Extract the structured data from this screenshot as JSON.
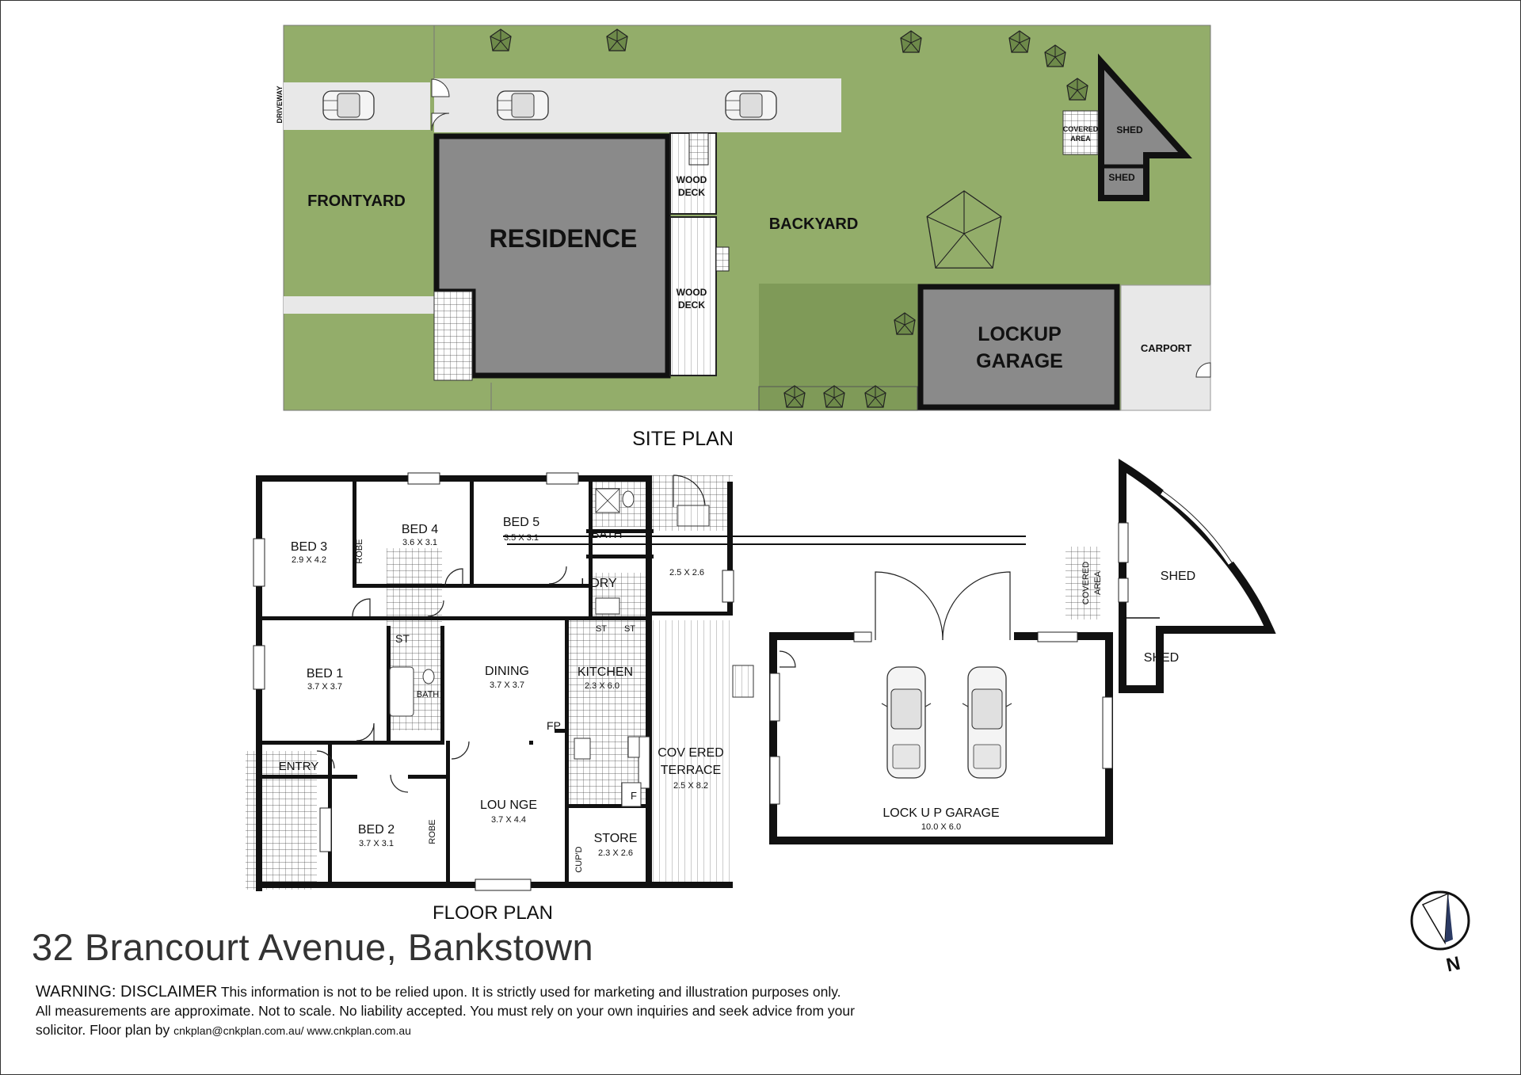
{
  "site_plan": {
    "title": "SITE PLAN",
    "labels": {
      "driveway": "DRIVEWAY",
      "frontyard": "FRONTYARD",
      "residence": "RESIDENCE",
      "wood_deck_1": "WOOD",
      "wood_deck_1b": "DECK",
      "wood_deck_2": "WOOD",
      "wood_deck_2b": "DECK",
      "backyard": "BACKYARD",
      "covered_area_1": "COVERED",
      "covered_area_2": "AREA",
      "shed_1": "SHED",
      "shed_2": "SHED",
      "lockup_1": "LOCKUP",
      "lockup_2": "GARAGE",
      "carport": "CARPORT"
    }
  },
  "floor_plan": {
    "title": "FLOOR PLAN",
    "rooms": {
      "bed3": {
        "name": "BED 3",
        "dims": "2.9 X 4.2"
      },
      "bed4": {
        "name": "BED 4",
        "dims": "3.6 X 3.1"
      },
      "bed5": {
        "name": "BED 5",
        "dims": "3.5 X 3.1"
      },
      "bath1": {
        "name": "BATH"
      },
      "rear_room": {
        "dims": "2.5 X 2.6"
      },
      "laundry": {
        "name": "L'DRY"
      },
      "robe1": {
        "name": "ROBE"
      },
      "robe2": {
        "name": "ROBE"
      },
      "bed1": {
        "name": "BED 1",
        "dims": "3.7 X 3.7"
      },
      "st1": {
        "name": "ST"
      },
      "bath2": {
        "name": "BATH"
      },
      "dining": {
        "name": "DINING",
        "dims": "3.7 X 3.7"
      },
      "st2": {
        "name": "ST"
      },
      "st3": {
        "name": "ST"
      },
      "kitchen": {
        "name": "KITCHEN",
        "dims": "2.3 X 6.0"
      },
      "fp": {
        "name": "FP"
      },
      "fridge": {
        "name": "F"
      },
      "terrace": {
        "name1": "COV ERED",
        "name2": "TERRACE",
        "dims": "2.5 X 8.2"
      },
      "entry": {
        "name": "ENTRY"
      },
      "bed2": {
        "name": "BED 2",
        "dims": "3.7 X 3.1"
      },
      "lounge": {
        "name": "LOU NGE",
        "dims": "3.7 X 4.4"
      },
      "store": {
        "name": "STORE",
        "dims": "2.3 X 2.6"
      },
      "cupd": {
        "name": "CUP'D"
      },
      "garage": {
        "name": "LOCK U P GARAGE",
        "dims": "10.0 X 6.0"
      },
      "shed_a": {
        "name": "SHED"
      },
      "shed_b": {
        "name": "SHED"
      },
      "covered_area": {
        "name1": "COVERED",
        "name2": "AREA"
      }
    }
  },
  "compass": {
    "label": "N"
  },
  "address": "32 Brancourt Avenue, Bankstown",
  "disclaimer": {
    "heading": "WARNING: DISCLAIMER",
    "line1": "This information is not to be relied upon. It is strictly used for marketing and illustration purposes only.",
    "line2": "All measurements are approximate. Not to scale. No liability accepted. You must rely on your own inquiries and seek advice from your",
    "line3": "solicitor. Floor plan by ",
    "credit": "cnkplan@cnkplan.com.au/ www.cnkplan.com.au"
  }
}
